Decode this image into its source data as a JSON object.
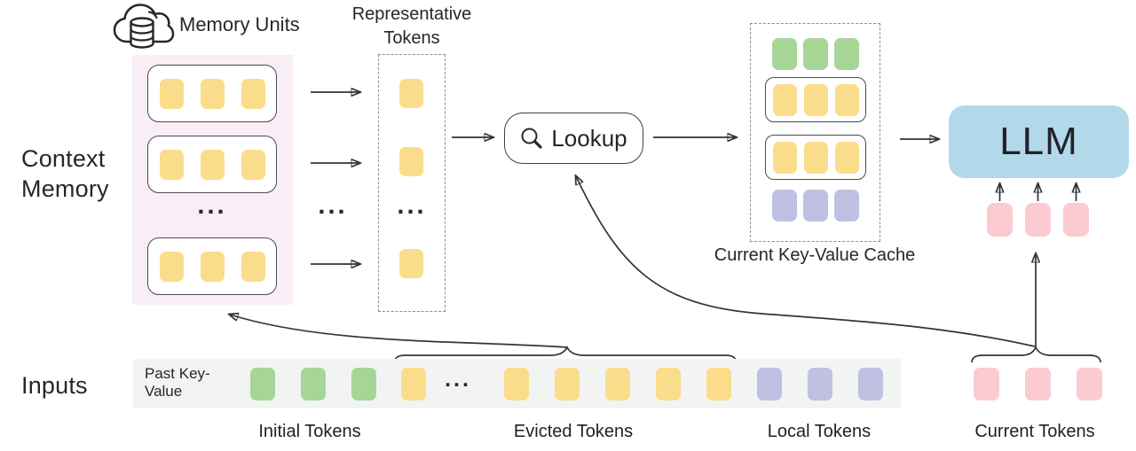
{
  "colors": {
    "yellow": "#FBDC8B",
    "green": "#A6D697",
    "purple": "#BFC0E2",
    "pink": "#FCCBD1",
    "blue": "#B3D8EA",
    "panel-pink": "#F9EDF6",
    "band-gray": "#F1F4F3",
    "ink": "#26262d",
    "line": "#33333a"
  },
  "labels": {
    "context_memory": "Context Memory",
    "memory_units": "Memory Units",
    "representative_tokens": "Representative Tokens",
    "lookup": "Lookup",
    "current_kv_cache": "Current Key-Value Cache",
    "llm": "LLM",
    "inputs": "Inputs",
    "past_key_value": "Past Key-Value",
    "initial_tokens": "Initial Tokens",
    "evicted_tokens": "Evicted Tokens",
    "local_tokens": "Local Tokens",
    "current_tokens": "Current Tokens",
    "ellipsis": "..."
  },
  "tokens": {
    "memory_row": {
      "count": 3,
      "color": "yellow"
    },
    "rep_token": {
      "count": 1,
      "color": "yellow"
    },
    "cache_green_row": {
      "count": 3,
      "color": "green"
    },
    "cache_yellow_row": {
      "count": 3,
      "color": "yellow"
    },
    "cache_purple_row": {
      "count": 3,
      "color": "purple"
    },
    "llm_input_row": {
      "count": 3,
      "color": "pink"
    },
    "initial_group": {
      "count": 3,
      "color": "green"
    },
    "evicted_left": {
      "count": 1,
      "color": "yellow"
    },
    "evicted_right": {
      "count": 5,
      "color": "yellow"
    },
    "local_group": {
      "count": 3,
      "color": "purple"
    },
    "current_group": {
      "count": 3,
      "color": "pink"
    }
  }
}
